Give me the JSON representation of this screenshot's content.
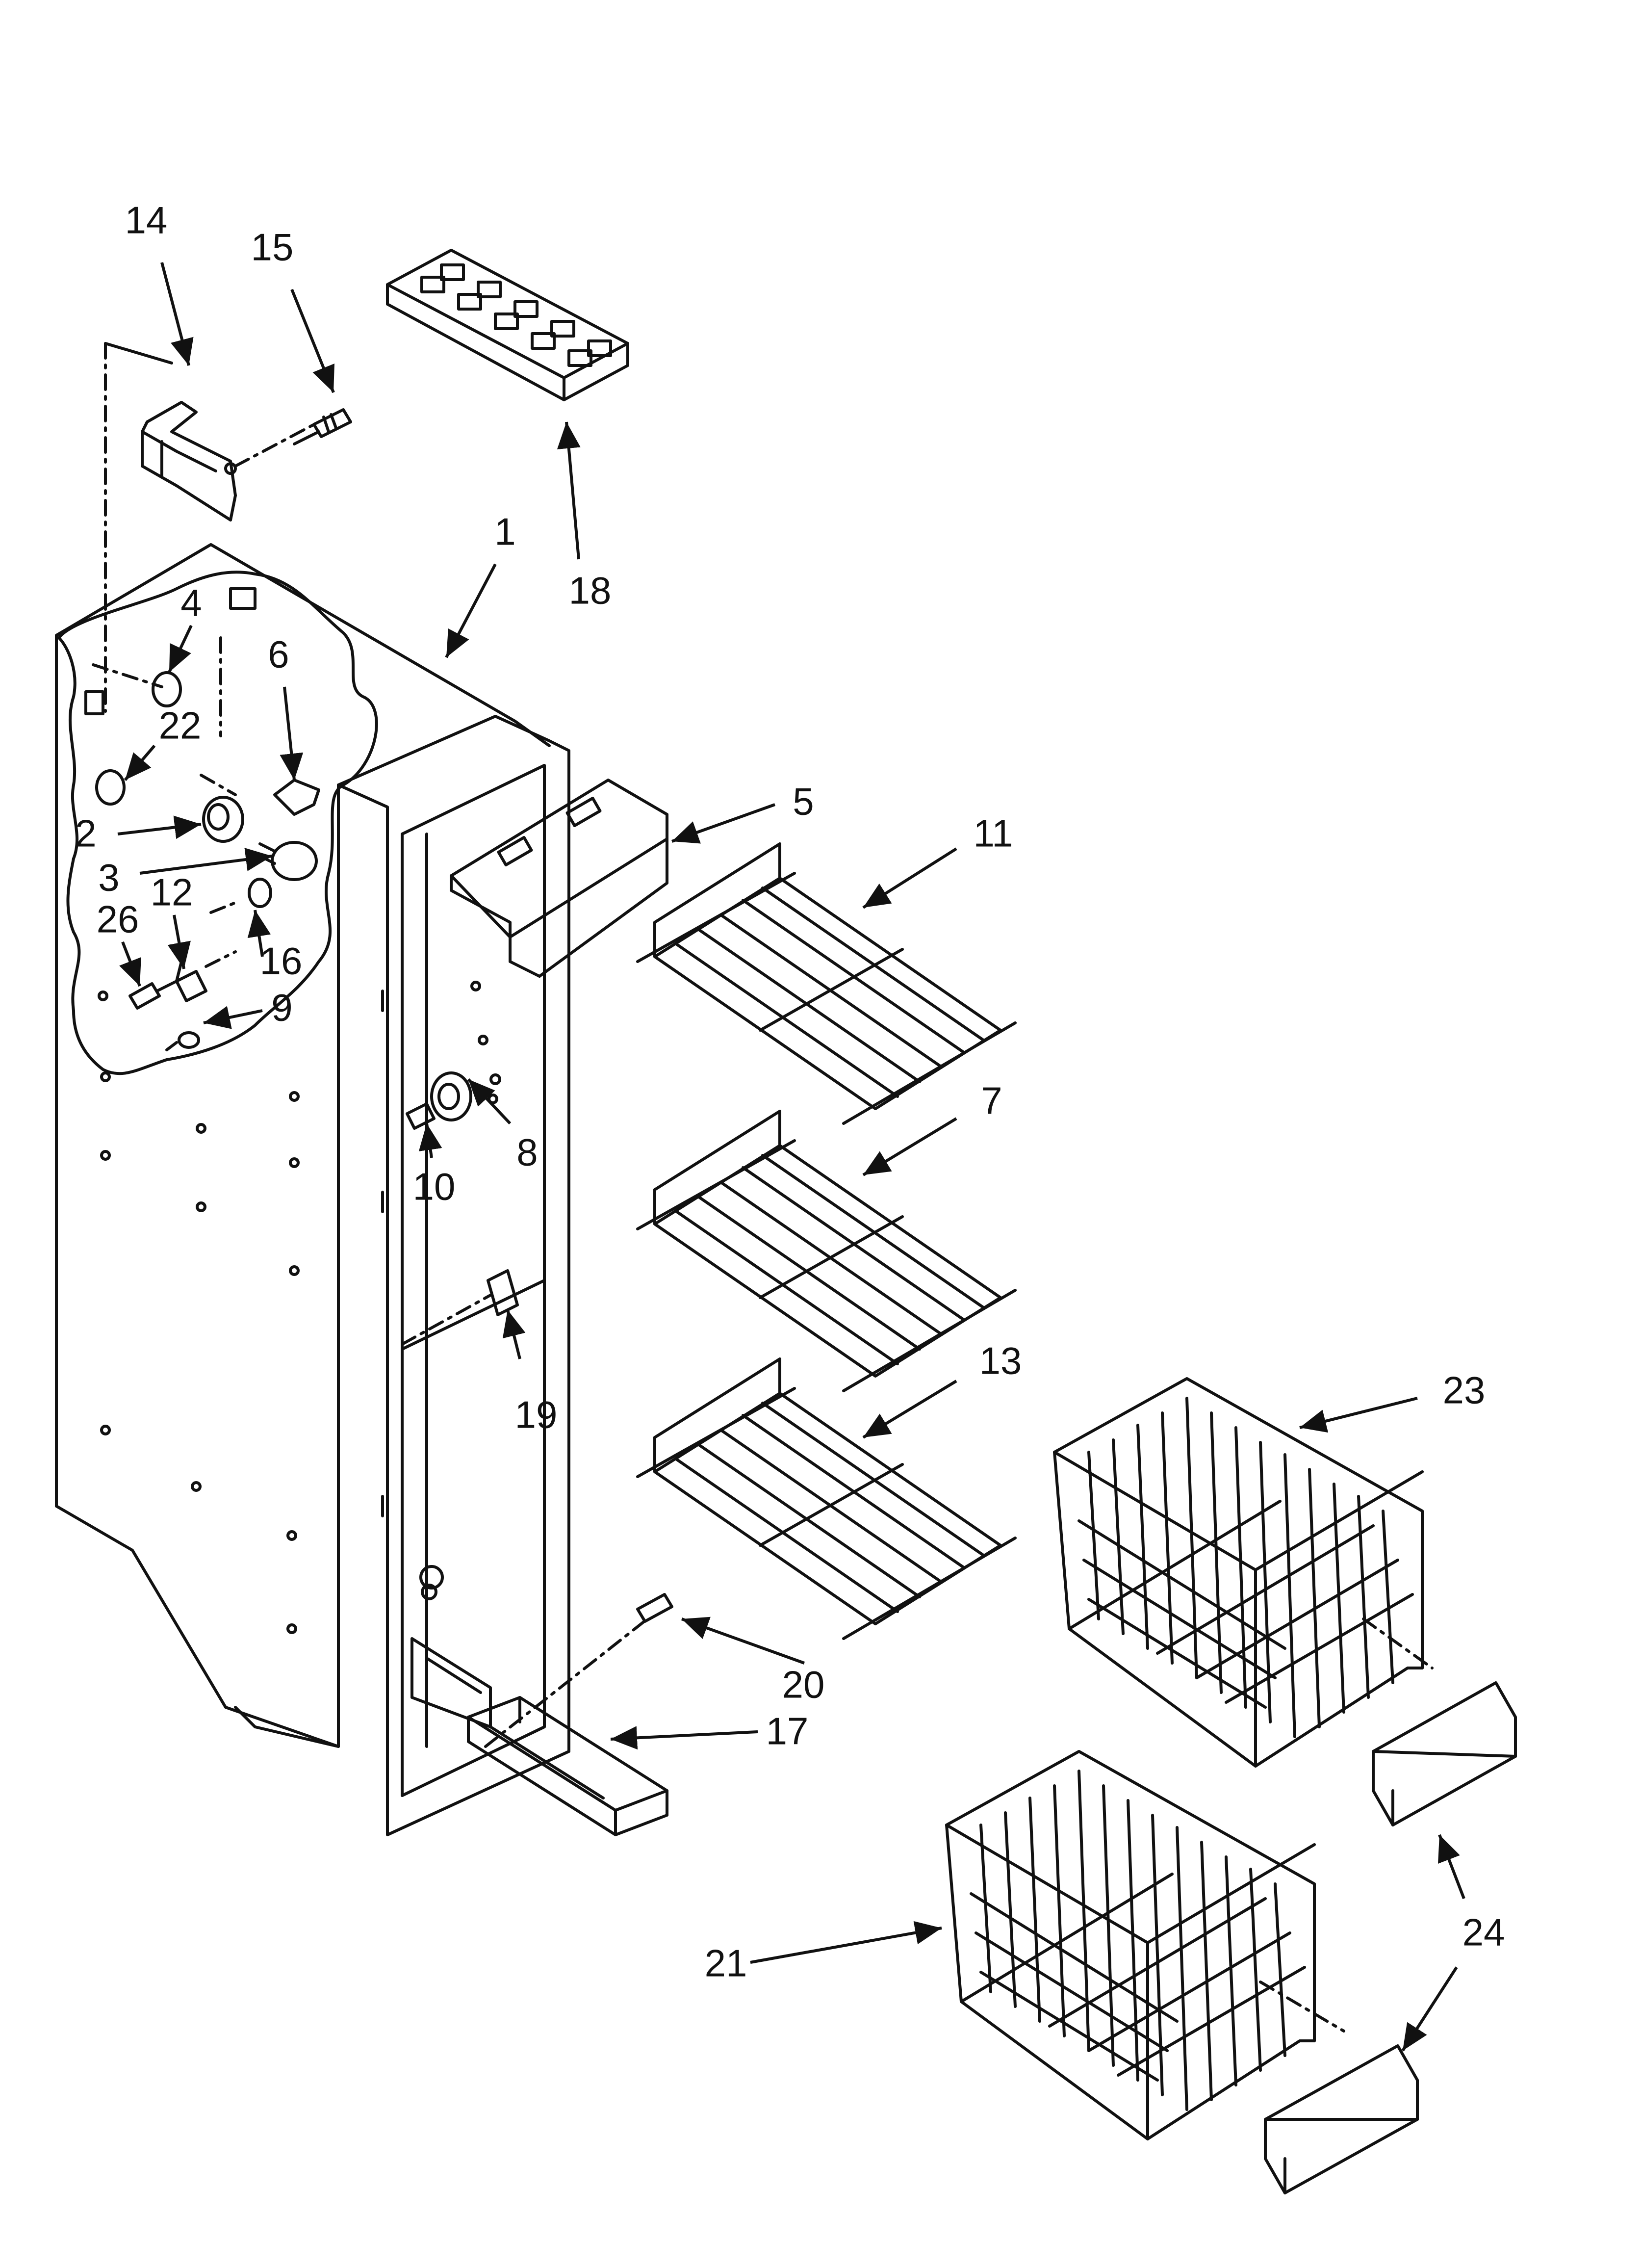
{
  "callouts": [
    {
      "id": "1",
      "label": "1"
    },
    {
      "id": "2",
      "label": "2"
    },
    {
      "id": "3",
      "label": "3"
    },
    {
      "id": "4",
      "label": "4"
    },
    {
      "id": "5",
      "label": "5"
    },
    {
      "id": "6",
      "label": "6"
    },
    {
      "id": "7",
      "label": "7"
    },
    {
      "id": "8",
      "label": "8"
    },
    {
      "id": "9",
      "label": "9"
    },
    {
      "id": "10",
      "label": "10"
    },
    {
      "id": "11",
      "label": "11"
    },
    {
      "id": "12",
      "label": "12"
    },
    {
      "id": "13",
      "label": "13"
    },
    {
      "id": "14",
      "label": "14"
    },
    {
      "id": "15",
      "label": "15"
    },
    {
      "id": "16",
      "label": "16"
    },
    {
      "id": "17",
      "label": "17"
    },
    {
      "id": "18",
      "label": "18"
    },
    {
      "id": "19",
      "label": "19"
    },
    {
      "id": "20",
      "label": "20"
    },
    {
      "id": "21",
      "label": "21"
    },
    {
      "id": "22",
      "label": "22"
    },
    {
      "id": "23",
      "label": "23"
    },
    {
      "id": "24",
      "label": "24"
    },
    {
      "id": "26",
      "label": "26"
    }
  ]
}
